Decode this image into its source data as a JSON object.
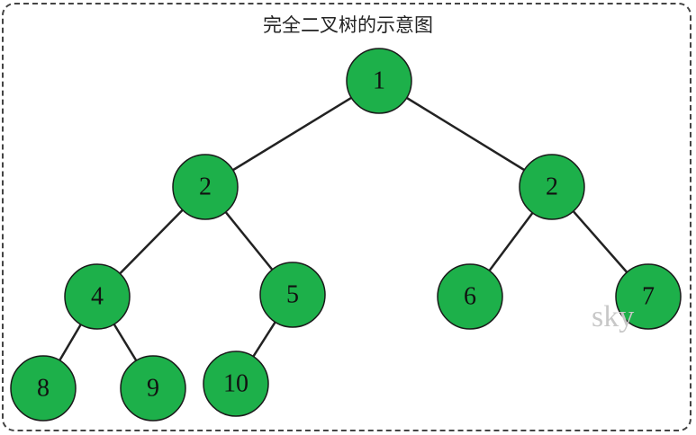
{
  "title": "完全二叉树的示意图",
  "watermark": "sky",
  "colors": {
    "node_fill": "#1db04a",
    "edge": "#222222"
  },
  "tree": {
    "nodes": [
      {
        "id": "n1",
        "label": "1"
      },
      {
        "id": "n2a",
        "label": "2"
      },
      {
        "id": "n2b",
        "label": "2"
      },
      {
        "id": "n4",
        "label": "4"
      },
      {
        "id": "n5",
        "label": "5"
      },
      {
        "id": "n6",
        "label": "6"
      },
      {
        "id": "n7",
        "label": "7"
      },
      {
        "id": "n8",
        "label": "8"
      },
      {
        "id": "n9",
        "label": "9"
      },
      {
        "id": "n10",
        "label": "10"
      }
    ],
    "edges": [
      [
        "n1",
        "n2a"
      ],
      [
        "n1",
        "n2b"
      ],
      [
        "n2a",
        "n4"
      ],
      [
        "n2a",
        "n5"
      ],
      [
        "n2b",
        "n6"
      ],
      [
        "n2b",
        "n7"
      ],
      [
        "n4",
        "n8"
      ],
      [
        "n4",
        "n9"
      ],
      [
        "n5",
        "n10"
      ]
    ]
  }
}
